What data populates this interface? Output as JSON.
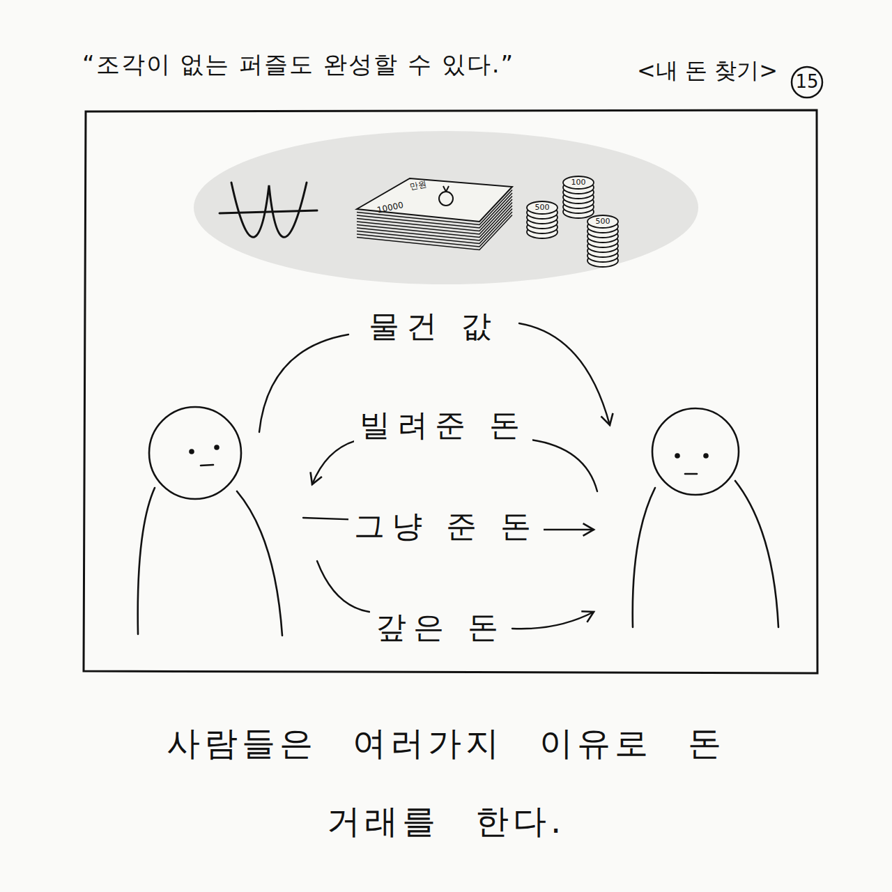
{
  "diagram": {
    "title": "“조각이 없는 퍼즐도 완성할 수 있다.”",
    "caption": "사람들은 여러가지 이유로 돈 거래를 한다.",
    "labels": [
      "<내 돈 찾기>",
      "15",
      "만원",
      "10000",
      "500",
      "100",
      "500",
      "물건 값",
      "빌려준 돈",
      "그냥 준 돈",
      "갚은 돈"
    ]
  }
}
